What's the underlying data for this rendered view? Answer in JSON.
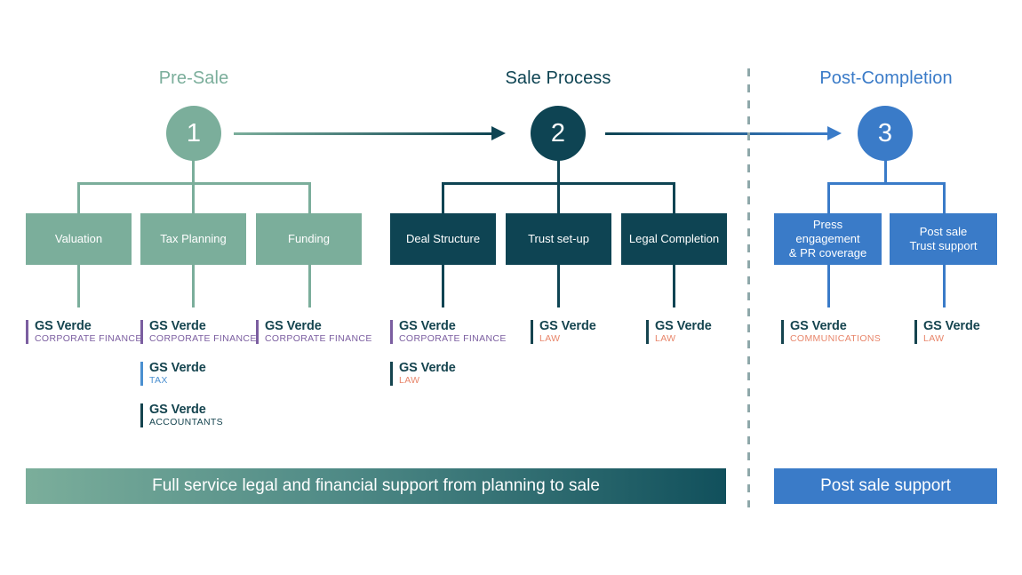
{
  "phases": [
    {
      "id": "pre-sale",
      "title": "Pre-Sale",
      "number": "1",
      "color": "#7BAE9B"
    },
    {
      "id": "sale-process",
      "title": "Sale Process",
      "number": "2",
      "color": "#0E4453"
    },
    {
      "id": "post-completion",
      "title": "Post-Completion",
      "number": "3",
      "color": "#3A7BC8"
    }
  ],
  "boxes": {
    "valuation": "Valuation",
    "tax_planning": "Tax Planning",
    "funding": "Funding",
    "deal_structure": "Deal Structure",
    "trust_setup": "Trust set-up",
    "legal_completion": "Legal Completion",
    "press_pr": "Press engagement\n& PR coverage",
    "post_sale_trust": "Post sale\nTrust support"
  },
  "brand_name": "GS Verde",
  "divisions": {
    "corporate_finance": "CORPORATE FINANCE",
    "tax": "TAX",
    "accountants": "ACCOUNTANTS",
    "law": "LAW",
    "communications": "COMMUNICATIONS"
  },
  "brand_marks": [
    {
      "column": "valuation",
      "name": "GS Verde",
      "division": "CORPORATE FINANCE"
    },
    {
      "column": "tax_planning",
      "name": "GS Verde",
      "division": "CORPORATE FINANCE"
    },
    {
      "column": "tax_planning",
      "name": "GS Verde",
      "division": "TAX"
    },
    {
      "column": "tax_planning",
      "name": "GS Verde",
      "division": "ACCOUNTANTS"
    },
    {
      "column": "funding",
      "name": "GS Verde",
      "division": "CORPORATE FINANCE"
    },
    {
      "column": "deal_structure",
      "name": "GS Verde",
      "division": "CORPORATE FINANCE"
    },
    {
      "column": "deal_structure",
      "name": "GS Verde",
      "division": "LAW"
    },
    {
      "column": "trust_setup",
      "name": "GS Verde",
      "division": "LAW"
    },
    {
      "column": "legal_completion",
      "name": "GS Verde",
      "division": "LAW"
    },
    {
      "column": "press_pr",
      "name": "GS Verde",
      "division": "COMMUNICATIONS"
    },
    {
      "column": "post_sale_trust",
      "name": "GS Verde",
      "division": "LAW"
    }
  ],
  "banners": {
    "left": "Full service legal and financial support from planning to sale",
    "right": "Post sale support"
  },
  "colors": {
    "green": "#7BAE9B",
    "teal": "#0E4453",
    "blue": "#3A7BC8",
    "purple": "#7B5EA0",
    "tax_blue": "#4A8FD0",
    "law_coral": "#E8866B",
    "brand_text": "#15444F",
    "divider_gray": "#8FA8AA",
    "background": "#FFFFFF"
  }
}
